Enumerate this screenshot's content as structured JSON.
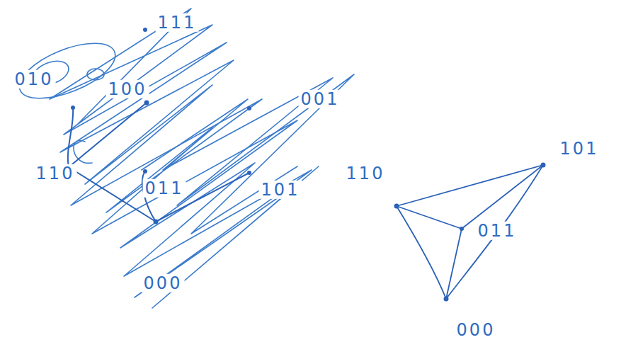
{
  "diagram": {
    "labels": [
      "111",
      "010",
      "100",
      "001",
      "110",
      "011",
      "101",
      "000",
      "110",
      "101",
      "011",
      "000"
    ]
  }
}
